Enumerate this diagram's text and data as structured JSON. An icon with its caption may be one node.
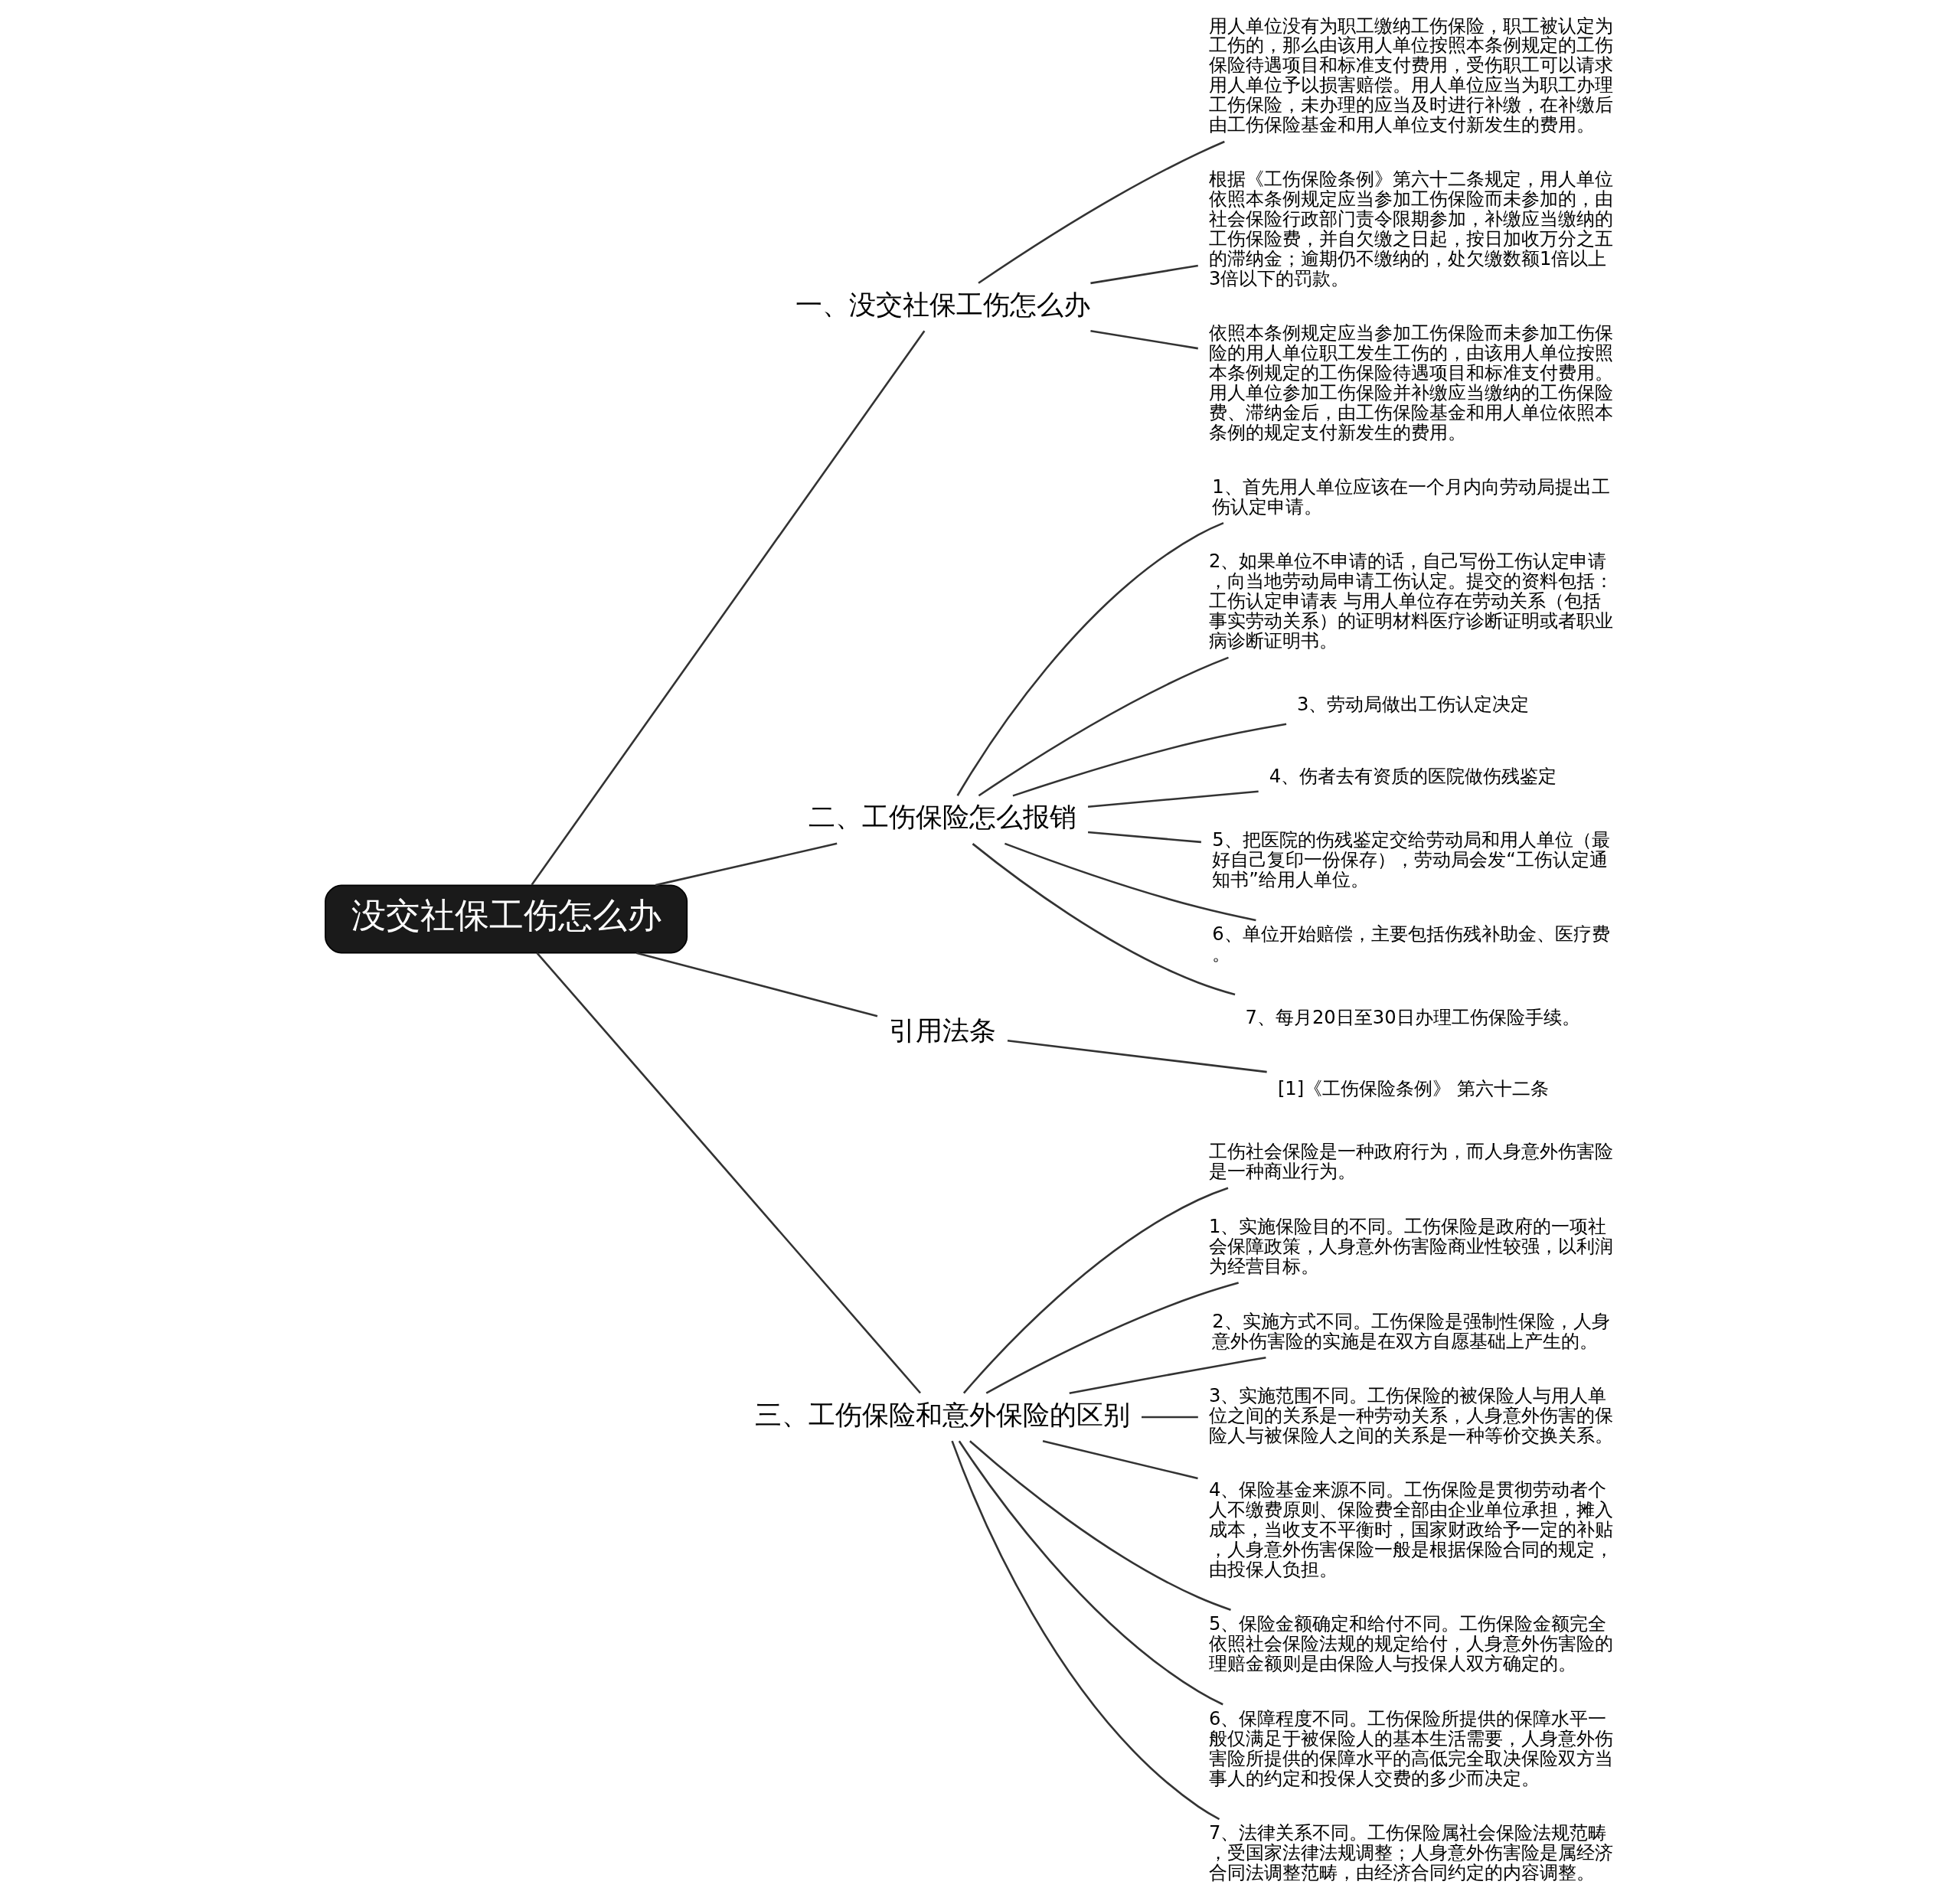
{
  "diagram": {
    "nodes": [
      {
        "text": [
          "没交社保工伤怎么办"
        ]
      },
      {
        "text": [
          "一、没交社保工伤怎么办"
        ]
      },
      {
        "text": [
          "用人单位没有为职工缴纳工伤保险，职工被认定为工伤的，那么由该用人单位按照本条例规定的工伤保险待遇项目和标准支付费用，受伤职工可以请求用人单位予以损害赔偿。用人单位应当为职工办理工伤保险，未办理的应当及时进行补缴，在补缴后由工伤保险基金和用人单位支付新发生的费用。"
        ]
      },
      {
        "text": [
          "根据《工伤保险条例》第六十二条规定，用人单位依照本条例规定应当参加工伤保险而未参加的，由社会保险行政部门责令限期参加，补缴应当缴纳的工伤保险费，并自欠缴之日起，按日加收万分之五的滞纳金；逾期仍不缴纳的，处欠缴数额1倍以上3倍以下的罚款。"
        ]
      },
      {
        "text": [
          "依照本条例规定应当参加工伤保险而未参加工伤保险的用人单位职工发生工伤的，由该用人单位按照本条例规定的工伤保险待遇项目和标准支付费用。用人单位参加工伤保险并补缴应当缴纳的工伤保险费、滞纳金后，由工伤保险基金和用人单位依照本条例的规定支付新发生的费用。"
        ]
      },
      {
        "text": [
          "二、工伤保险怎么报销"
        ]
      },
      {
        "text": [
          "1、首先用人单位应该在一个月内向劳动局提出工伤认定申请。"
        ]
      },
      {
        "text": [
          "2、如果单位不申请的话，自己写份工伤认定申请，向当地劳动局申请工伤认定。提交的资料包括：工伤认定申请表 与用人单位存在劳动关系（包括事实劳动关系）的证明材料医疗诊断证明或者职业病诊断证明书。"
        ]
      },
      {
        "text": [
          "3、劳动局做出工伤认定决定"
        ]
      },
      {
        "text": [
          "4、伤者去有资质的医院做伤残鉴定"
        ]
      },
      {
        "text": [
          "5、把医院的伤残鉴定交给劳动局和用人单位（最好自己复印一份保存），劳动局会发“工伤认定通知书”给用人单位。"
        ]
      },
      {
        "text": [
          "6、单位开始赔偿，主要包括伤残补助金、医疗费。"
        ]
      },
      {
        "text": [
          "7、每月20日至30日办理工伤保险手续。"
        ]
      },
      {
        "text": [
          "引用法条"
        ]
      },
      {
        "text": [
          "[1]《工伤保险条例》 第六十二条"
        ]
      },
      {
        "text": [
          "三、工伤保险和意外保险的区别"
        ]
      },
      {
        "text": [
          "工伤社会保险是一种政府行为，而人身意外伤害险是一种商业行为。"
        ]
      },
      {
        "text": [
          "1、实施保险目的不同。工伤保险是政府的一项社会保障政策，人身意外伤害险商业性较强，以利润为经营目标。"
        ]
      },
      {
        "text": [
          "2、实施方式不同。工伤保险是强制性保险，人身意外伤害险的实施是在双方自愿基础上产生的。"
        ]
      },
      {
        "text": [
          "3、实施范围不同。工伤保险的被保险人与用人单位之间的关系是一种劳动关系，人身意外伤害的保险人与被保险人之间的关系是一种等价交换关系。"
        ]
      },
      {
        "text": [
          "4、保险基金来源不同。工伤保险是贯彻劳动者个人不缴费原则、保险费全部由企业单位承担，摊入成本，当收支不平衡时，国家财政给予一定的补贴，人身意外伤害保险一般是根据保险合同的规定，由投保人负担。"
        ]
      },
      {
        "text": [
          "5、保险金额确定和给付不同。工伤保险金额完全依照社会保险法规的规定给付，人身意外伤害险的理赔金额则是由保险人与投保人双方确定的。"
        ]
      },
      {
        "text": [
          "6、保障程度不同。工伤保险所提供的保障水平一般仅满足于被保险人的基本生活需要，人身意外伤害险所提供的保障水平的高低完全取决保险双方当事人的约定和投保人交费的多少而决定。"
        ]
      },
      {
        "text": [
          "7、法律关系不同。工伤保险属社会保险法规范畴，受国家法律法规调整；人身意外伤害险是属经济合同法调整范畴，由经济合同约定的内容调整。"
        ]
      }
    ],
    "edges": [
      {
        "from": 0,
        "to": 1,
        "arrow": "none"
      },
      {
        "from": 1,
        "to": 2,
        "arrow": "none"
      },
      {
        "from": 1,
        "to": 3,
        "arrow": "none"
      },
      {
        "from": 1,
        "to": 4,
        "arrow": "none"
      },
      {
        "from": 0,
        "to": 5,
        "arrow": "none"
      },
      {
        "from": 5,
        "to": 6,
        "arrow": "none"
      },
      {
        "from": 5,
        "to": 7,
        "arrow": "none"
      },
      {
        "from": 5,
        "to": 8,
        "arrow": "none"
      },
      {
        "from": 5,
        "to": 9,
        "arrow": "none"
      },
      {
        "from": 5,
        "to": 10,
        "arrow": "none"
      },
      {
        "from": 5,
        "to": 11,
        "arrow": "none"
      },
      {
        "from": 5,
        "to": 12,
        "arrow": "none"
      },
      {
        "from": 0,
        "to": 13,
        "arrow": "none"
      },
      {
        "from": 13,
        "to": 14,
        "arrow": "none"
      },
      {
        "from": 0,
        "to": 15,
        "arrow": "none"
      },
      {
        "from": 15,
        "to": 16,
        "arrow": "none"
      },
      {
        "from": 15,
        "to": 17,
        "arrow": "none"
      },
      {
        "from": 15,
        "to": 18,
        "arrow": "none"
      },
      {
        "from": 15,
        "to": 19,
        "arrow": "none"
      },
      {
        "from": 15,
        "to": 20,
        "arrow": "none"
      },
      {
        "from": 15,
        "to": 21,
        "arrow": "none"
      },
      {
        "from": 15,
        "to": 22,
        "arrow": "none"
      },
      {
        "from": 15,
        "to": 23,
        "arrow": "none"
      }
    ]
  }
}
